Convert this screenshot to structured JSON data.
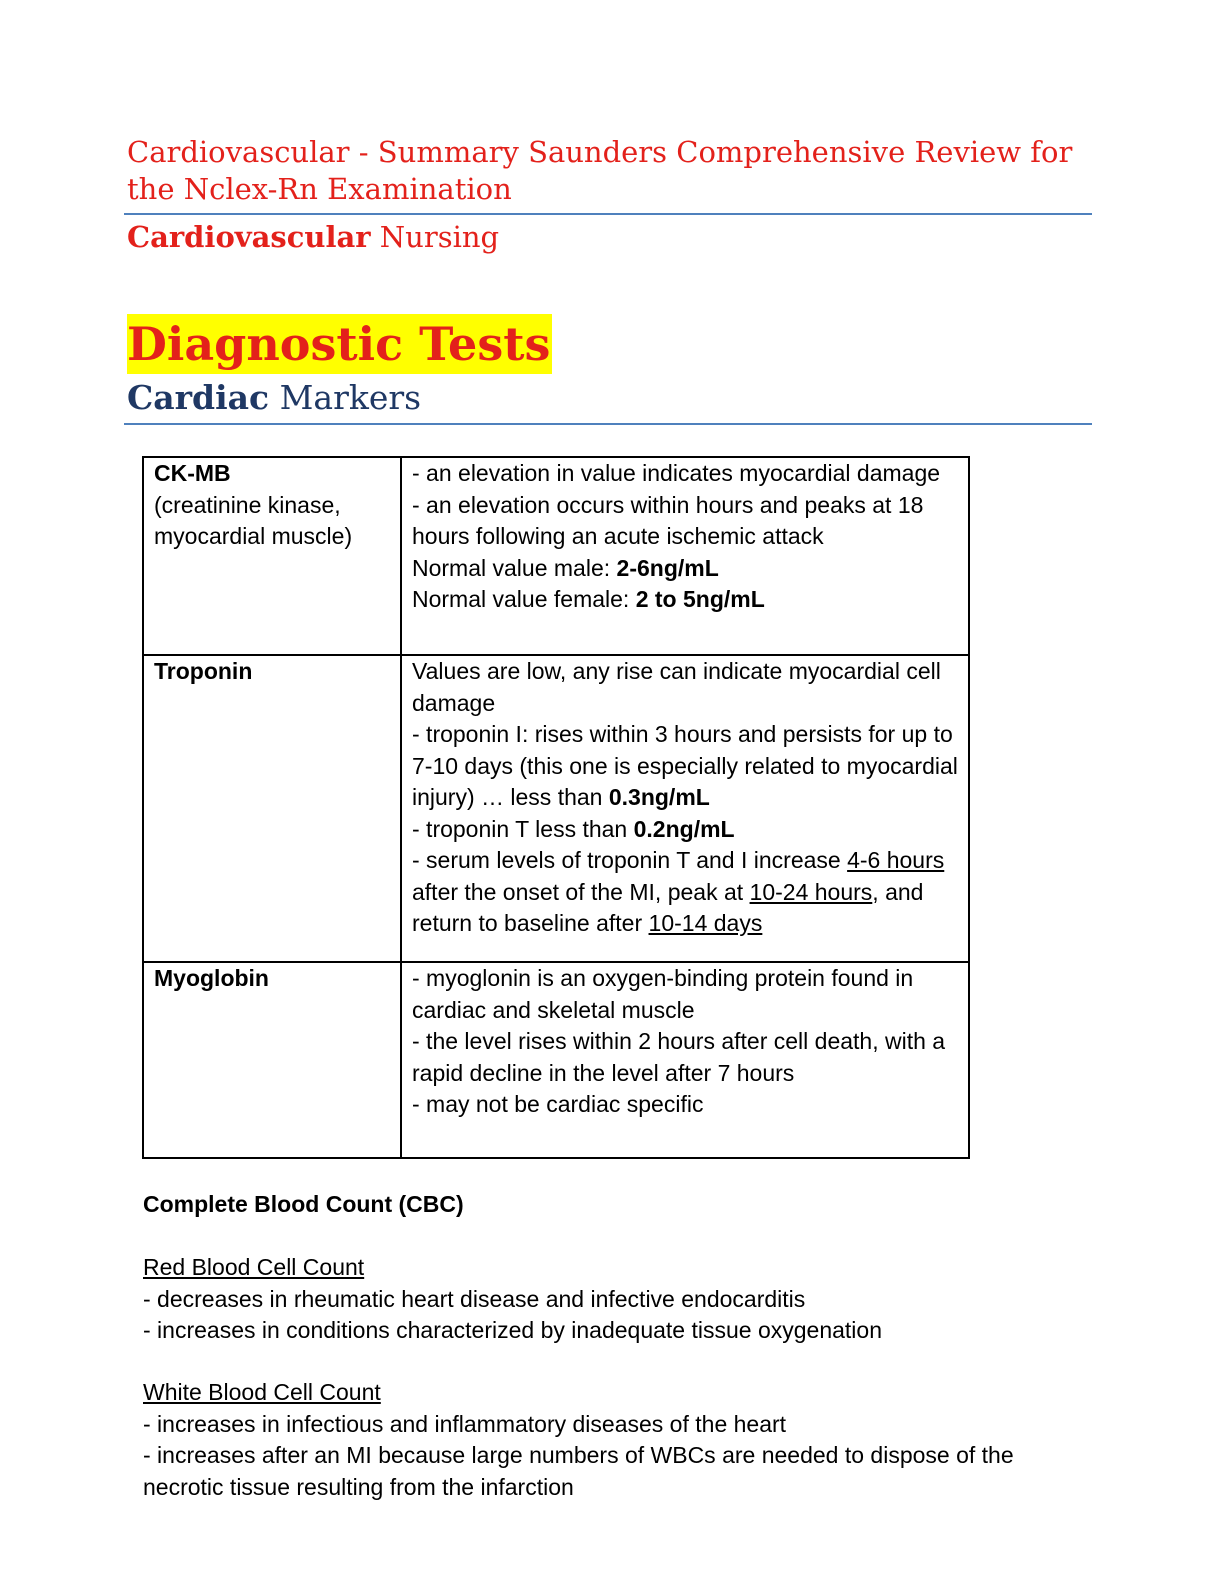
{
  "document": {
    "title": "Cardiovascular - Summary Saunders Comprehensive Review for the Nclex-Rn Examination",
    "subtitle_bold": "Cardiovascular",
    "subtitle_rest": " Nursing",
    "heading": "Diagnostic Tests",
    "subheading_bold": "Cardiac",
    "subheading_rest": " Markers"
  },
  "cardiac_markers": {
    "ckmb": {
      "name": "CK-MB",
      "name_detail": "(creatinine kinase, myocardial muscle)",
      "line1": "- an elevation in value indicates myocardial damage",
      "line2": "- an elevation occurs within hours and peaks at 18 hours following an acute ischemic attack",
      "normal_male_label": "Normal value male: ",
      "normal_male_value": "2-6ng/mL",
      "normal_female_label": "Normal value female: ",
      "normal_female_value": "2 to 5ng/mL"
    },
    "troponin": {
      "name": "Troponin",
      "line1": "Values are low, any rise can indicate myocardial cell damage",
      "line2": "- troponin I: rises within 3 hours and persists for up to 7-10 days (this one is especially related to myocardial injury) … less than ",
      "line2_value": "0.3ng/mL",
      "line3": "- troponin T less than ",
      "line3_value": "0.2ng/mL",
      "line4_a": "- serum levels of troponin T and I increase ",
      "line4_u1": "4-6 hours",
      "line4_b": " after the onset of the MI, peak at ",
      "line4_u2": "10-24 hours",
      "line4_c": ", and return to baseline after ",
      "line4_u3": "10-14 days"
    },
    "myoglobin": {
      "name": "Myoglobin",
      "line1": "- myoglonin is an oxygen-binding protein found in cardiac and skeletal muscle",
      "line2": "- the level rises within 2 hours after cell death, with a rapid decline in the level after 7 hours",
      "line3": "- may not be cardiac specific"
    }
  },
  "cbc": {
    "title": "Complete Blood Count (CBC)",
    "rbc": {
      "title": "Red Blood Cell Count",
      "line1": "- decreases in rheumatic heart disease and infective endocarditis",
      "line2": "- increases in conditions characterized by inadequate tissue oxygenation"
    },
    "wbc": {
      "title": "White Blood Cell Count",
      "line1": "- increases in infectious and inflammatory diseases of the heart",
      "line2": "- increases after an MI because large numbers of WBCs are needed to dispose of the necrotic tissue resulting from the infarction"
    }
  },
  "colors": {
    "title_red": "#e3211b",
    "heading_highlight": "#ffff00",
    "subheading_navy": "#1f3864",
    "rule_blue": "#4f81bd"
  }
}
